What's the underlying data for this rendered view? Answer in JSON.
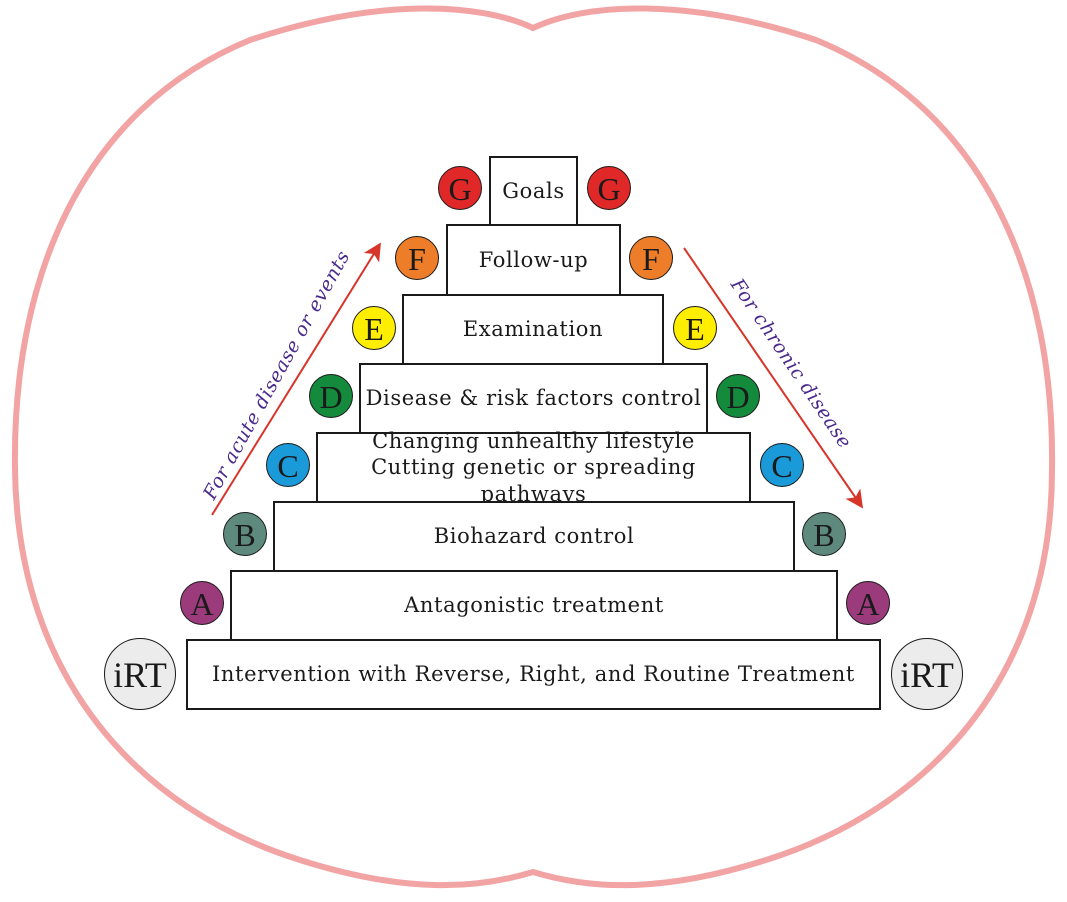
{
  "steps": {
    "goals": "Goals",
    "follow_up": "Follow-up",
    "examination": "Examination",
    "disease_control": "Disease & risk factors control",
    "lifestyle_line1": "Changing unhealthy lifestyle",
    "lifestyle_line2": "Cutting genetic or spreading pathways",
    "biohazard": "Biohazard control",
    "antagonistic": "Antagonistic treatment",
    "intervention": "Intervention with Reverse, Right, and Routine Treatment"
  },
  "badges": {
    "g": {
      "letter": "G",
      "color": "#e02828"
    },
    "f": {
      "letter": "F",
      "color": "#ee7d2a"
    },
    "e": {
      "letter": "E",
      "color": "#ffee00"
    },
    "d": {
      "letter": "D",
      "color": "#148a3c"
    },
    "c": {
      "letter": "C",
      "color": "#1a9ad8"
    },
    "b": {
      "letter": "B",
      "color": "#5e8a7e"
    },
    "a": {
      "letter": "A",
      "color": "#9c3b7c"
    },
    "irt": {
      "letter": "iRT",
      "color": "#ececec"
    }
  },
  "arrows": {
    "left_label": "For acute disease or events",
    "right_label": "For chronic disease",
    "arrow_color": "#d8352a",
    "label_color": "#4a2a8c"
  },
  "outline_color": "#f2a3a3"
}
